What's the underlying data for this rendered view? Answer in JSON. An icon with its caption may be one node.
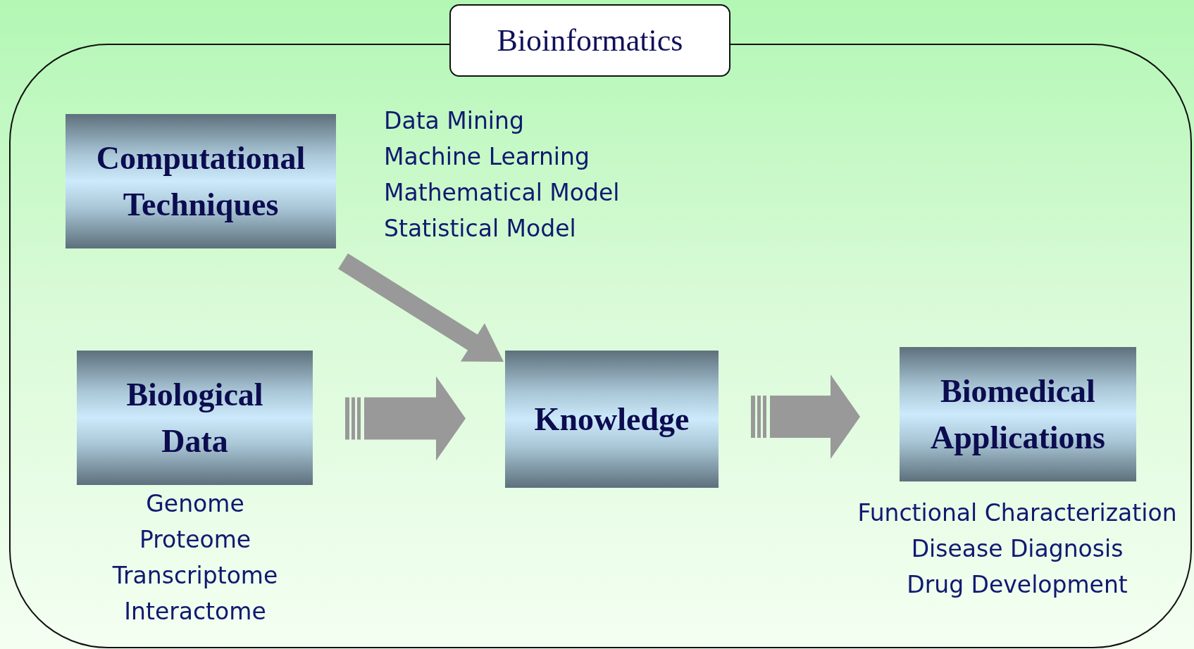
{
  "diagram": {
    "nodes": [
      {
        "text": [
          "Bioinformatics"
        ]
      },
      {
        "text": [
          "Computational Techniques"
        ],
        "in": 0,
        "beside": [
          "Data Mining",
          "Machine Learning",
          "Mathematical Model",
          "Statistical Model"
        ]
      },
      {
        "text": [
          "Biological Data"
        ],
        "in": 0,
        "beside": [
          "Genome",
          "Proteome",
          "Transcriptome",
          "Interactome"
        ]
      },
      {
        "text": [
          "Knowledge"
        ],
        "in": 0
      },
      {
        "text": [
          "Biomedical Applications"
        ],
        "in": 0,
        "beside": [
          "Functional Characterization",
          "Disease Diagnosis",
          "Drug Development"
        ]
      }
    ],
    "edges": [
      {
        "from": 1,
        "to": 3,
        "arrow": "to"
      },
      {
        "from": 2,
        "to": 3,
        "arrow": "to"
      },
      {
        "from": 3,
        "to": 4,
        "arrow": "to"
      }
    ]
  }
}
